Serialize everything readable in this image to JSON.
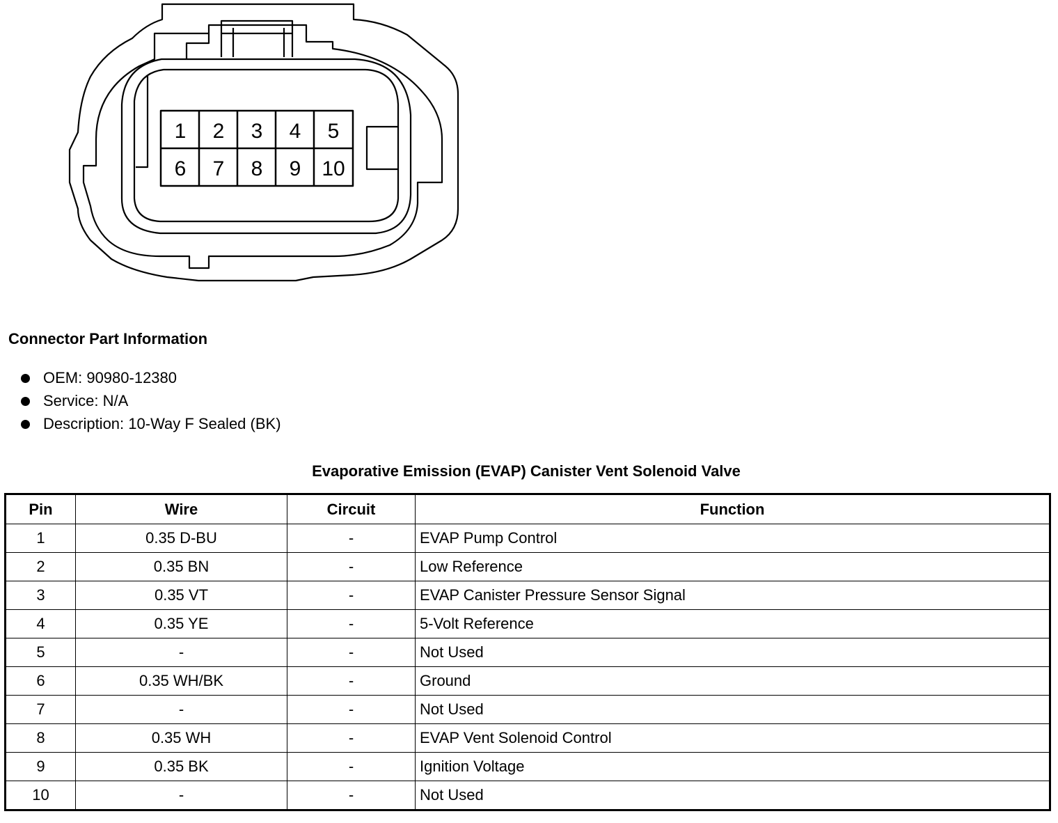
{
  "connector": {
    "pins_top": [
      "1",
      "2",
      "3",
      "4",
      "5"
    ],
    "pins_bottom": [
      "6",
      "7",
      "8",
      "9",
      "10"
    ]
  },
  "part_info": {
    "title": "Connector Part Information",
    "items": [
      "OEM: 90980-12380",
      "Service: N/A",
      "Description: 10-Way F Sealed (BK)"
    ]
  },
  "table": {
    "title": "Evaporative Emission (EVAP) Canister Vent Solenoid Valve",
    "headers": [
      "Pin",
      "Wire",
      "Circuit",
      "Function"
    ],
    "rows": [
      [
        "1",
        "0.35 D-BU",
        "-",
        "EVAP Pump Control"
      ],
      [
        "2",
        "0.35 BN",
        "-",
        "Low Reference"
      ],
      [
        "3",
        "0.35 VT",
        "-",
        "EVAP Canister Pressure Sensor Signal"
      ],
      [
        "4",
        "0.35 YE",
        "-",
        "5-Volt Reference"
      ],
      [
        "5",
        "-",
        "-",
        "Not Used"
      ],
      [
        "6",
        "0.35 WH/BK",
        "-",
        "Ground"
      ],
      [
        "7",
        "-",
        "-",
        "Not Used"
      ],
      [
        "8",
        "0.35 WH",
        "-",
        "EVAP Vent Solenoid Control"
      ],
      [
        "9",
        "0.35 BK",
        "-",
        "Ignition Voltage"
      ],
      [
        "10",
        "-",
        "-",
        "Not Used"
      ]
    ]
  }
}
